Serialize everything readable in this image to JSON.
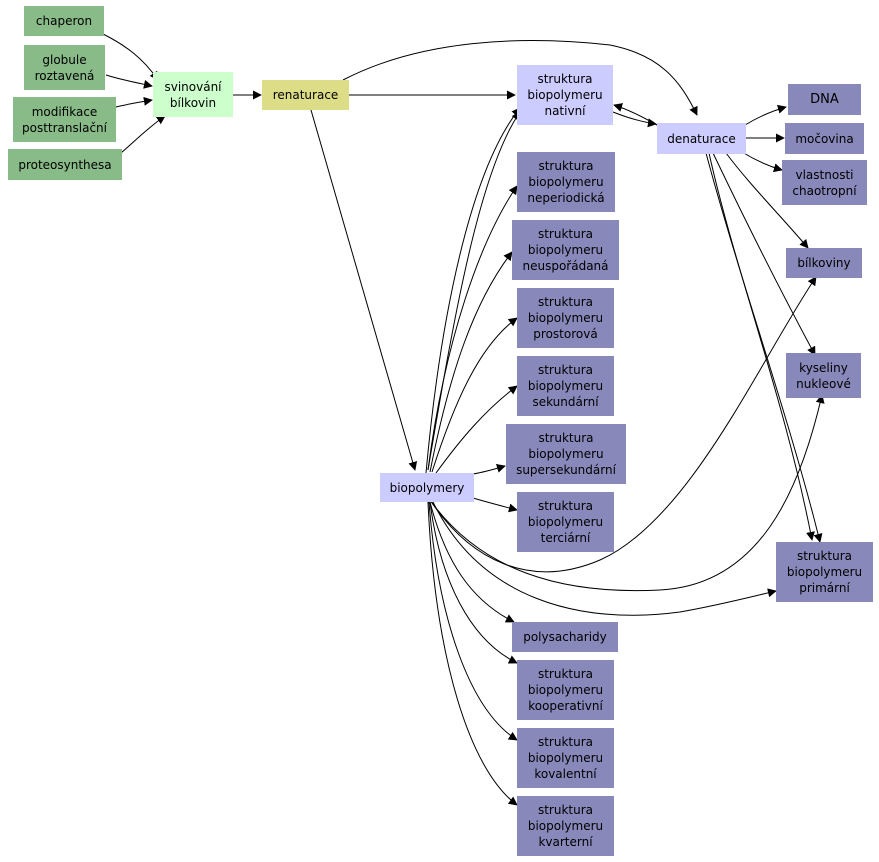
{
  "nodes": {
    "chaperon": "chaperon",
    "globule": "globule\nroztavená",
    "modifikace": "modifikace\nposttranslační",
    "proteosynthesa": "proteosynthesa",
    "svinovani": "svinování\nbílkovin",
    "renaturace": "renaturace",
    "nativni": "struktura\nbiopolymeru\nnativní",
    "denaturace": "denaturace",
    "dna": "DNA",
    "mocovina": "močovina",
    "vlastnosti": "vlastnosti\nchaotropní",
    "bilkoviny": "bílkoviny",
    "kyseliny": "kyseliny\nnukleové",
    "primarni": "struktura\nbiopolymeru\nprimární",
    "neperiodicka": "struktura\nbiopolymeru\nneperiodická",
    "neusporadana": "struktura\nbiopolymeru\nneuspořádaná",
    "prostorova": "struktura\nbiopolymeru\nprostorová",
    "sekundarni": "struktura\nbiopolymeru\nsekundární",
    "supersekundarni": "struktura\nbiopolymeru\nsupersekundární",
    "terciarni": "struktura\nbiopolymeru\nterciární",
    "biopolymery": "biopolymery",
    "polysacharidy": "polysacharidy",
    "kooperativni": "struktura\nbiopolymeru\nkooperativní",
    "kovalentni": "struktura\nbiopolymeru\nkovalentní",
    "kvarterni": "struktura\nbiopolymeru\nkvarterní"
  },
  "colors": {
    "green": "#88bb88",
    "light_green": "#ccffcc",
    "yellow": "#dddd88",
    "lavender": "#ccccff",
    "slate": "#8888bb",
    "edge": "#000000"
  }
}
